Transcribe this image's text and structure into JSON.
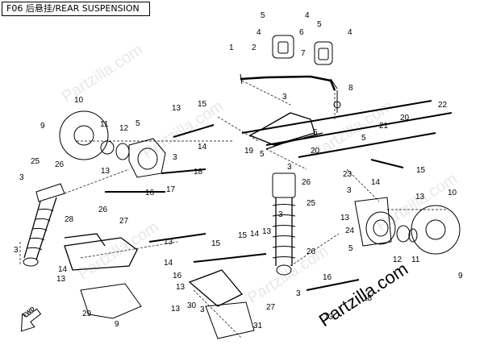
{
  "title": "F06 后悬挂/REAR SUSPENSION",
  "watermark": "Partzilla.com",
  "fwd_label": "FWD",
  "callouts": [
    "1",
    "2",
    "3",
    "4",
    "5",
    "6",
    "7",
    "8",
    "9",
    "10",
    "11",
    "12",
    "13",
    "14",
    "15",
    "16",
    "17",
    "18",
    "19",
    "20",
    "21",
    "22",
    "23",
    "24",
    "25",
    "26",
    "27",
    "28",
    "29",
    "30",
    "31"
  ]
}
